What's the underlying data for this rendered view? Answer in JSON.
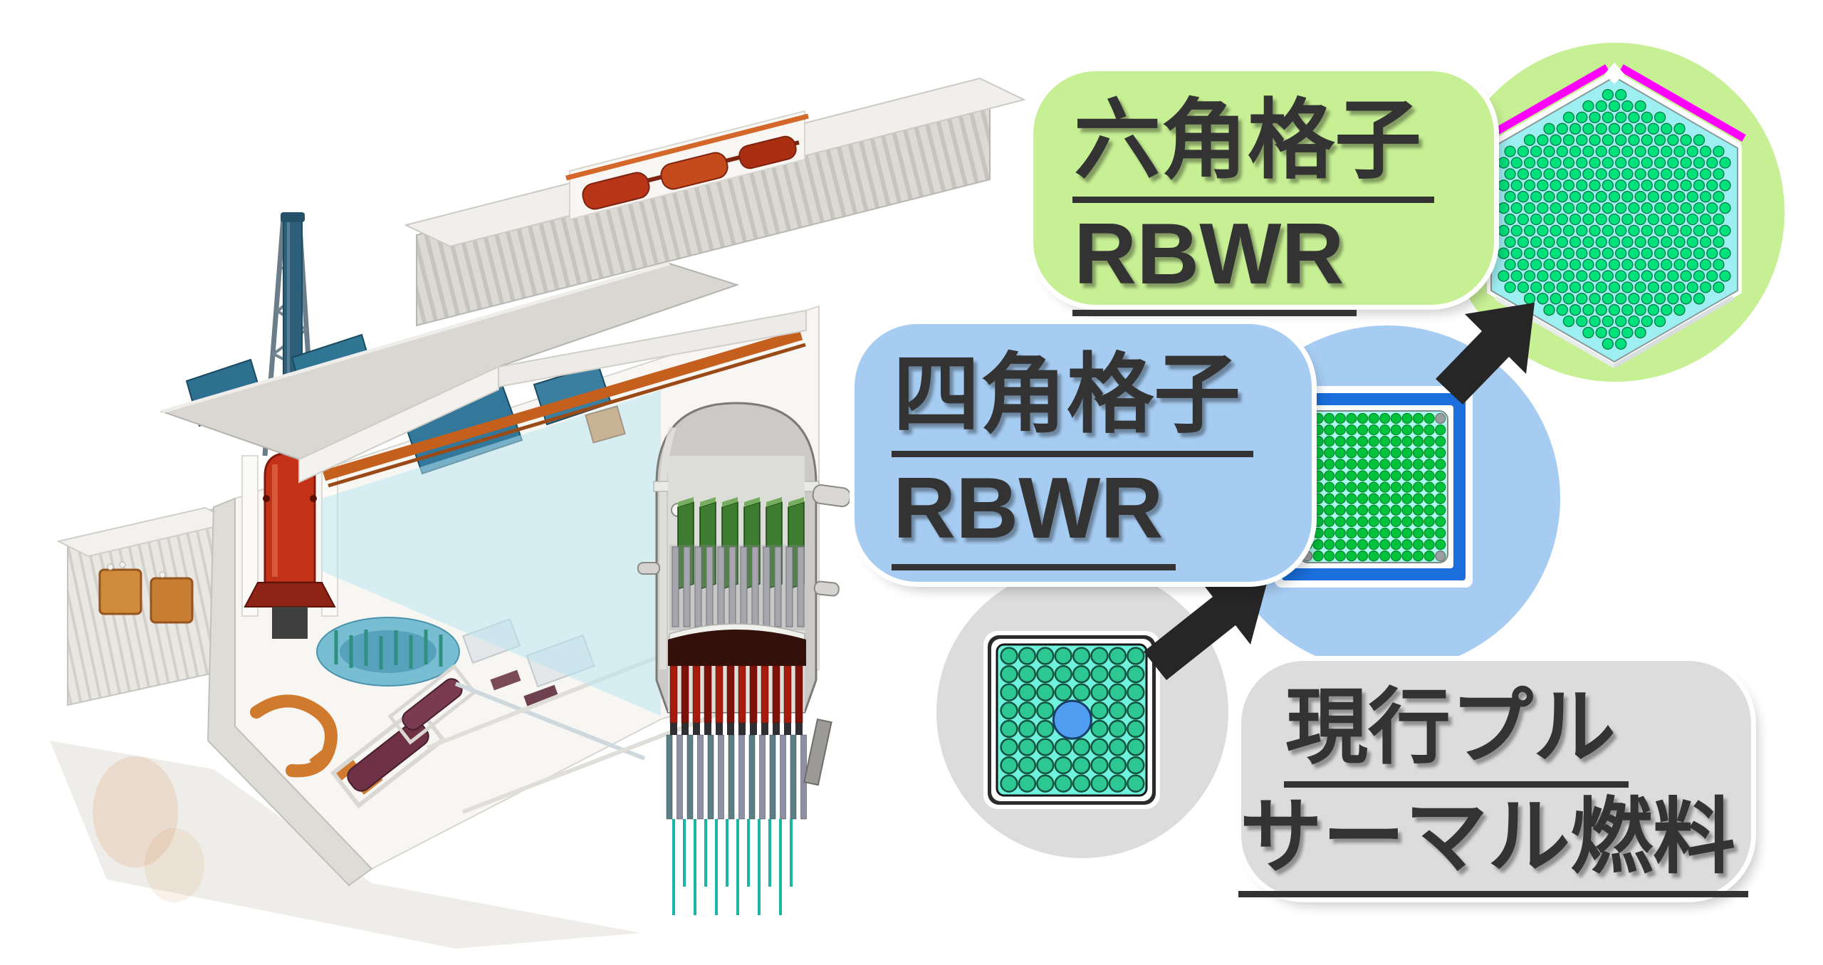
{
  "labels": {
    "hex_lattice": {
      "title": "六角格子",
      "subtitle": "RBWR"
    },
    "square_lattice": {
      "title": "四角格子",
      "subtitle": "RBWR"
    },
    "current_fuel": {
      "title": "現行プル",
      "subtitle": "サーマル燃料"
    }
  },
  "palette": {
    "hex_label_bg": "#c7ef94",
    "hex_circle_bg": "#c7ef94",
    "square_label_bg": "#a6ccf2",
    "square_circle_bg": "#a6ccf2",
    "current_label_bg": "#dcdcdc",
    "current_circle_bg": "#dcdcdc",
    "arrow": "#262626",
    "text": "#333333"
  },
  "assemblies": {
    "current": {
      "grid_rows": 8,
      "grid_cols": 8,
      "pin_color": "#2cc793",
      "pin_outline": "#14543f",
      "coolant_color": "#6ff2dd",
      "water_rod_color": "#4f9ef2",
      "water_rod_outline": "#1a3f66",
      "frame_color": "#2b2b2b"
    },
    "square_rbwr": {
      "grid_rows": 13,
      "grid_cols": 13,
      "pin_color": "#00c23c",
      "pin_outline": "#0a8a28",
      "corner_pin_color": "#9aa0a0",
      "corner_pin_outline": "#6f7477",
      "coolant_color": "#aafcf0",
      "channel_color": "#1b6edb"
    },
    "hex_rbwr": {
      "pin_color": "#00e17b",
      "pin_outline": "#0a7a42",
      "coolant_color": "#9deff2",
      "channel_stripe_color": "#ff00ff"
    }
  }
}
